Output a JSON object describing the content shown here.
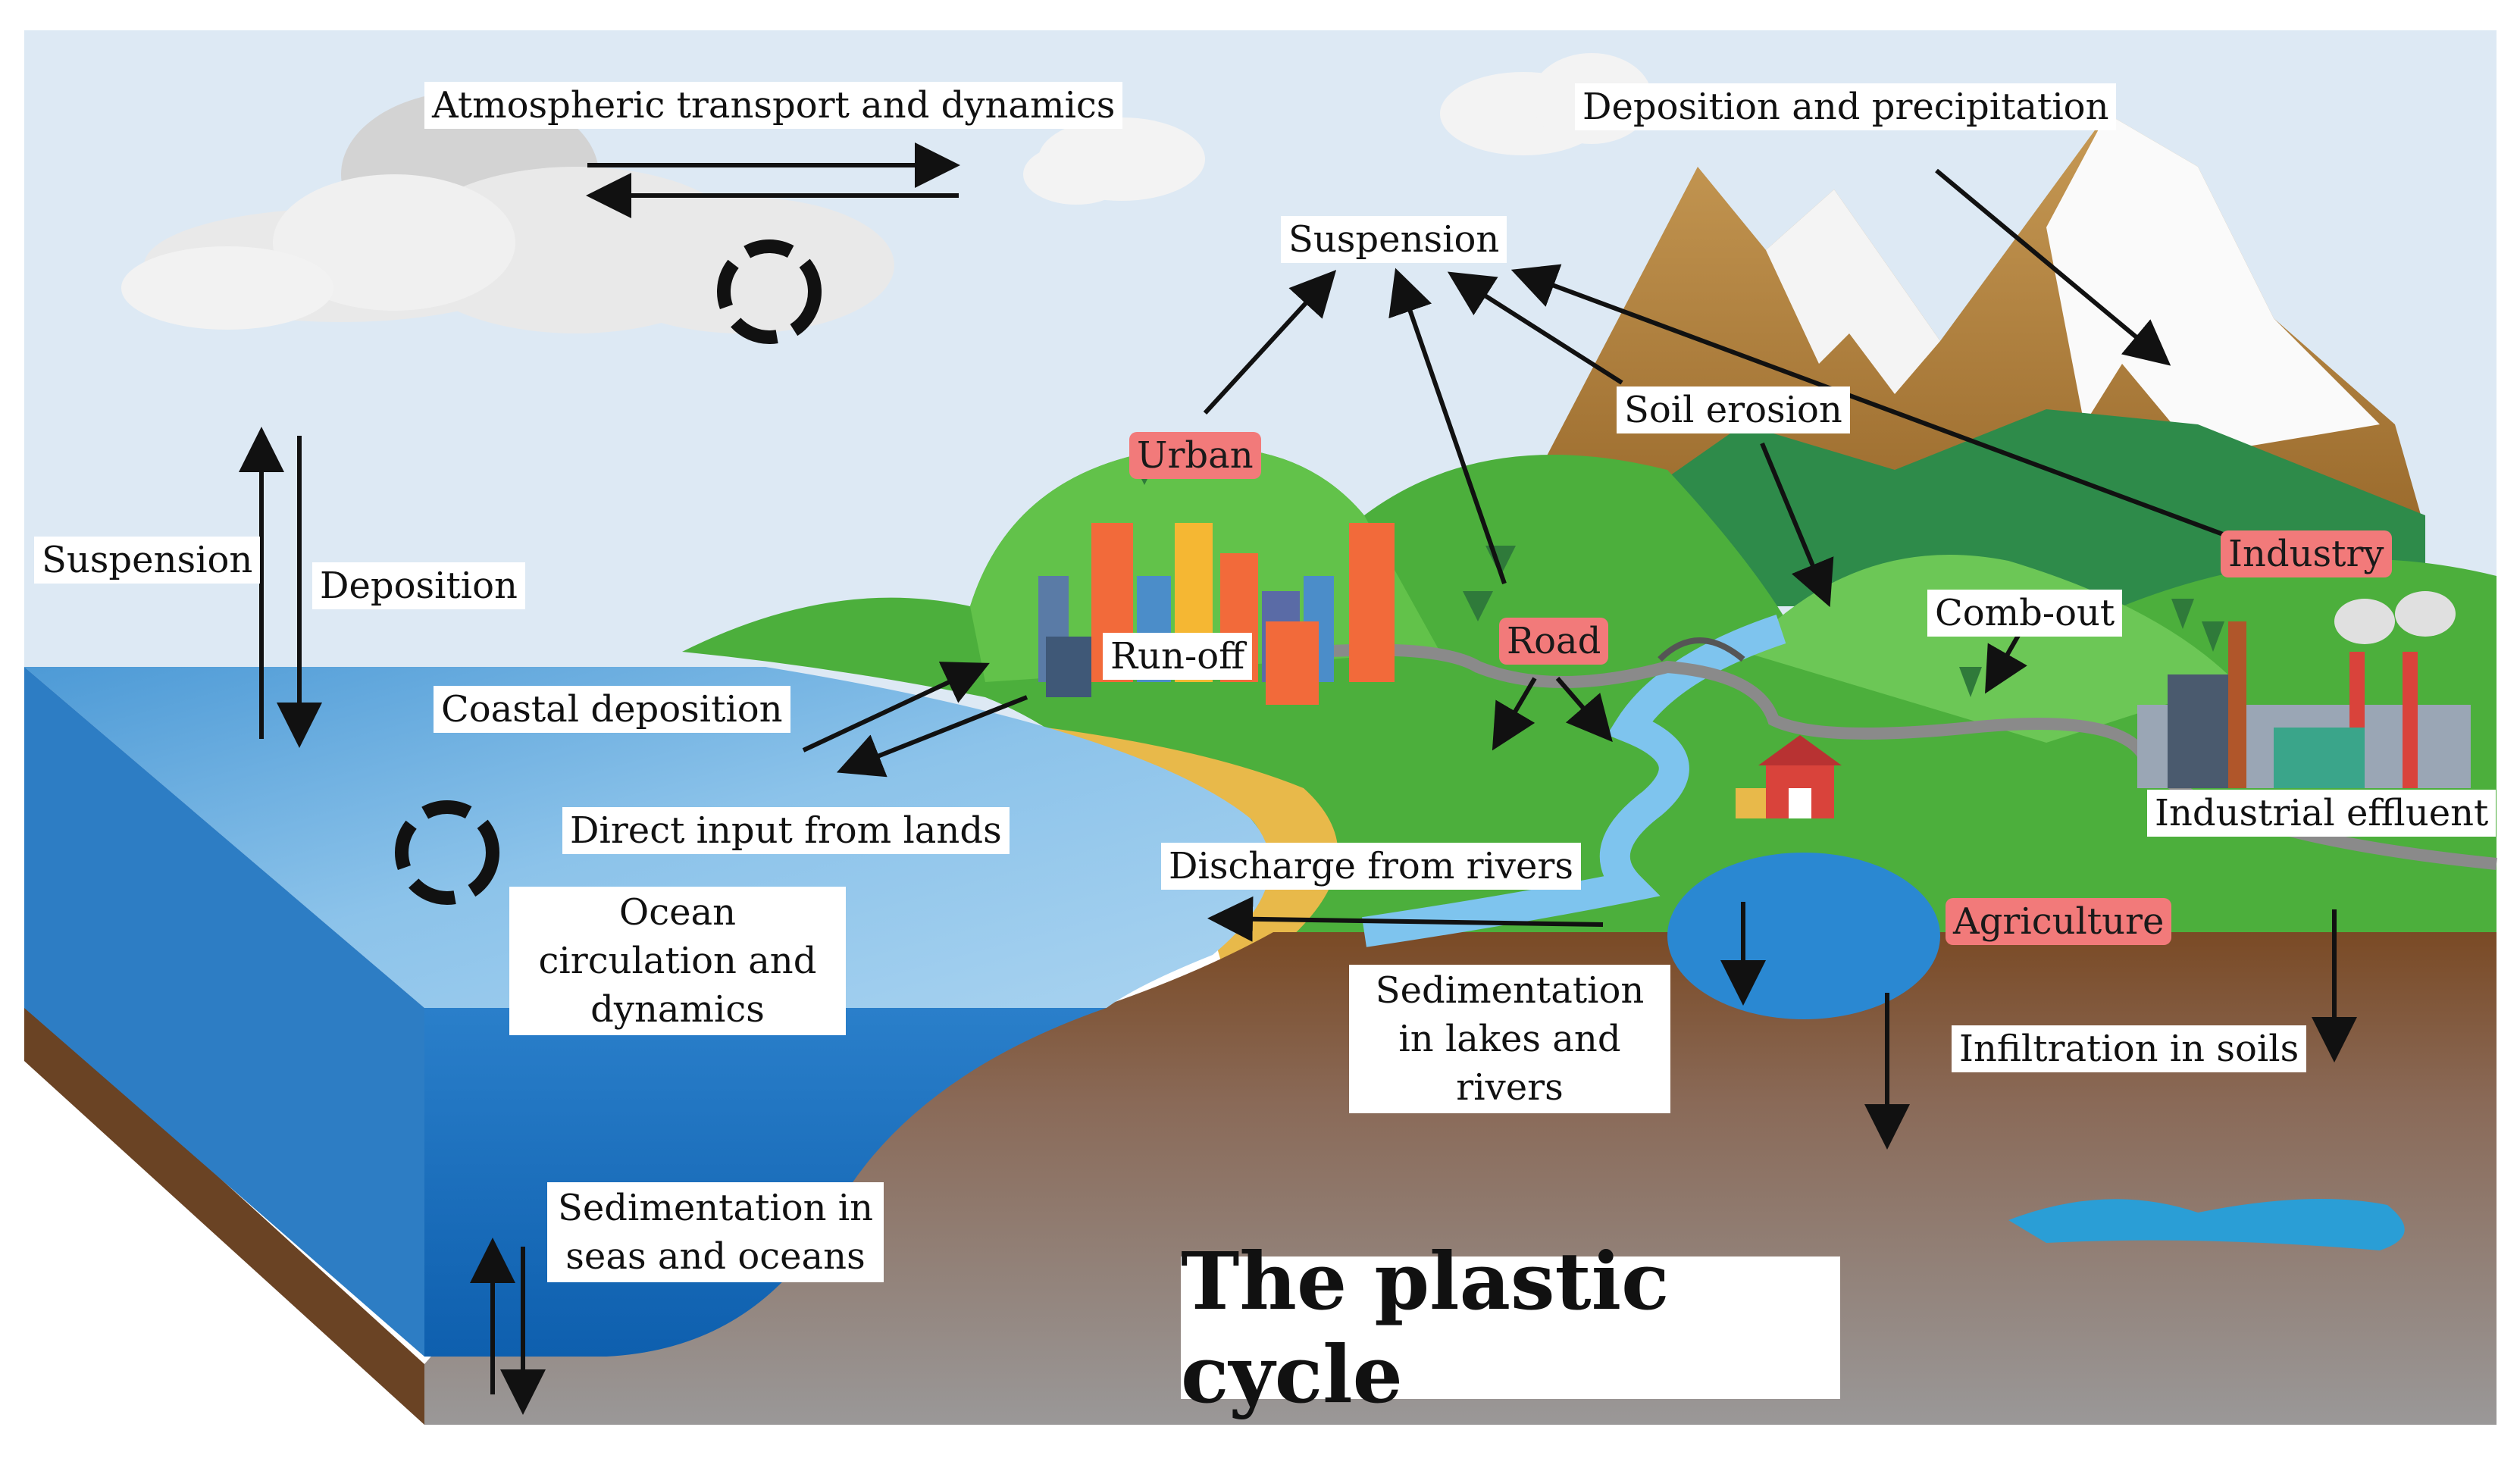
{
  "title": "The plastic cycle",
  "labels": {
    "atmospheric": "Atmospheric transport and dynamics",
    "deposition_precipitation": "Deposition and precipitation",
    "suspension_top": "Suspension",
    "suspension_left": "Suspension",
    "deposition_left": "Deposition",
    "soil_erosion": "Soil erosion",
    "urban": "Urban",
    "industry": "Industry",
    "road": "Road",
    "comb_out": "Comb-out",
    "run_off": "Run-off",
    "coastal_deposition": "Coastal deposition",
    "direct_input": "Direct input from lands",
    "discharge_rivers": "Discharge from rivers",
    "industrial_effluent": "Industrial effluent",
    "agriculture": "Agriculture",
    "ocean_circulation": "Ocean circulation and dynamics",
    "sedimentation_lakes": "Sedimentation in lakes and rivers",
    "infiltration_soils": "Infiltration in soils",
    "sedimentation_seas": "Sedimentation in seas and oceans"
  },
  "colors": {
    "sky": "#dce9f5",
    "ocean": "#5aa6dc",
    "soil": "#8a6a55",
    "grass": "#4cae3c",
    "source_label": "#f27a7a"
  }
}
